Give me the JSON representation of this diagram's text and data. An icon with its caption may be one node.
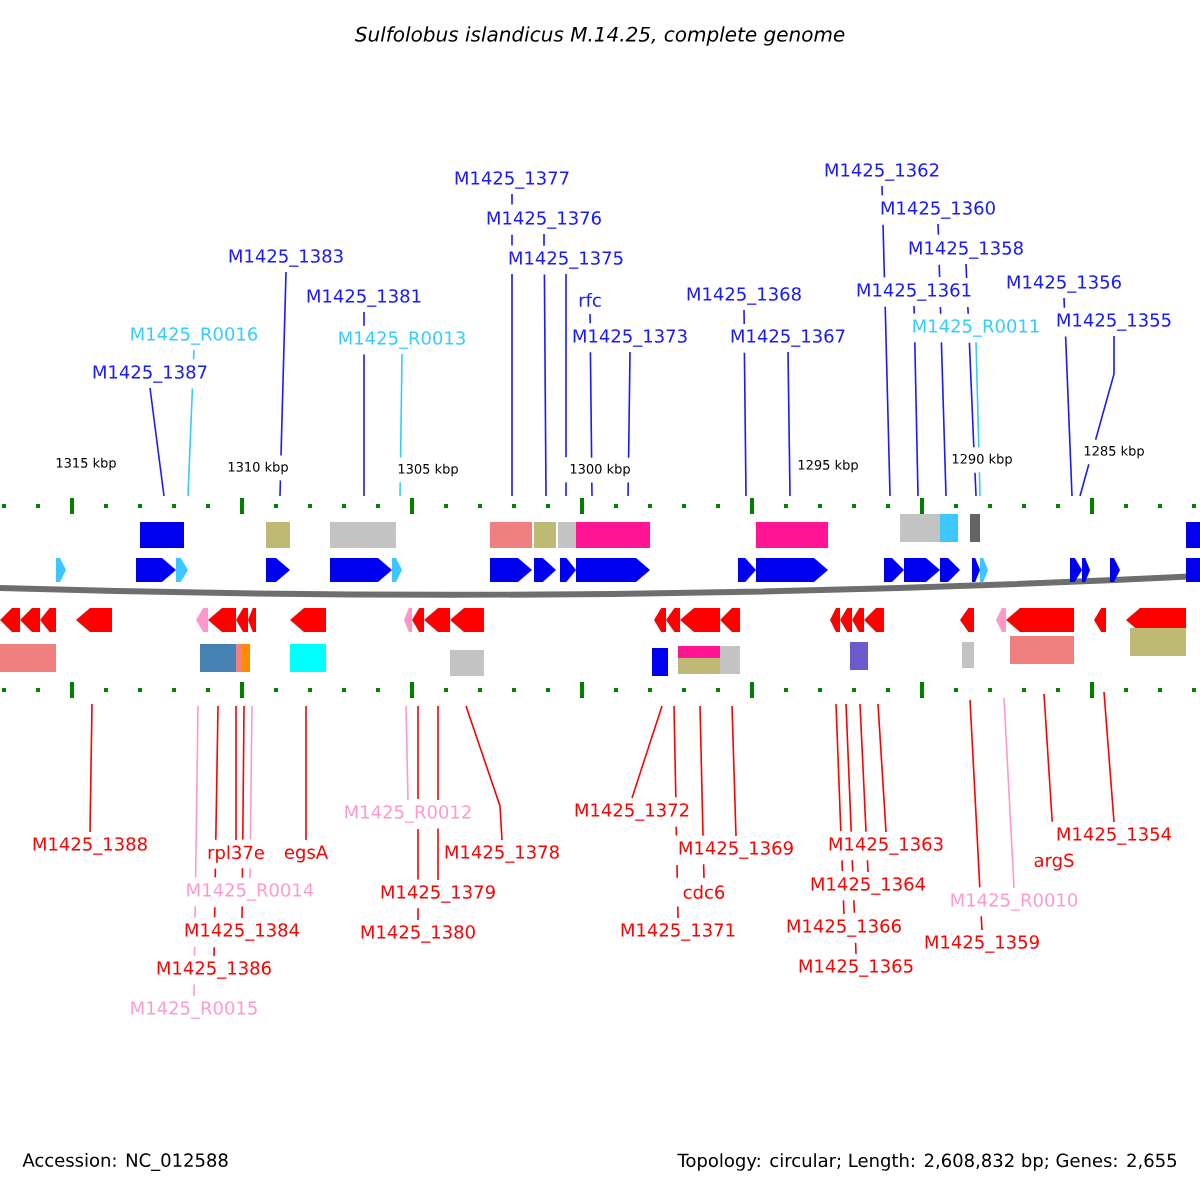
{
  "diagram": {
    "title": "Sulfolobus islandicus M.14.25, complete genome",
    "nodes": [
      {
        "text": [
          "M1425_1387"
        ]
      },
      {
        "text": [
          "M1425_R0016"
        ]
      },
      {
        "text": [
          "M1425_1383"
        ]
      },
      {
        "text": [
          "M1425_1381"
        ]
      },
      {
        "text": [
          "M1425_R0013"
        ]
      },
      {
        "text": [
          "M1425_1377"
        ]
      },
      {
        "text": [
          "M1425_1376"
        ]
      },
      {
        "text": [
          "M1425_1375"
        ]
      },
      {
        "text": [
          "rfc"
        ]
      },
      {
        "text": [
          "M1425_1373"
        ]
      },
      {
        "text": [
          "M1425_1368"
        ]
      },
      {
        "text": [
          "M1425_1367"
        ]
      },
      {
        "text": [
          "M1425_1362"
        ]
      },
      {
        "text": [
          "M1425_1360"
        ]
      },
      {
        "text": [
          "M1425_1358"
        ]
      },
      {
        "text": [
          "M1425_1361"
        ]
      },
      {
        "text": [
          "M1425_R0011"
        ]
      },
      {
        "text": [
          "M1425_1356"
        ]
      },
      {
        "text": [
          "M1425_1355"
        ]
      },
      {
        "text": [
          "M1425_1388"
        ]
      },
      {
        "text": [
          "rpl37e"
        ]
      },
      {
        "text": [
          "egsA"
        ]
      },
      {
        "text": [
          "M1425_R0014"
        ]
      },
      {
        "text": [
          "M1425_1384"
        ]
      },
      {
        "text": [
          "M1425_1386"
        ]
      },
      {
        "text": [
          "M1425_R0015"
        ]
      },
      {
        "text": [
          "M1425_R0012"
        ]
      },
      {
        "text": [
          "M1425_1378"
        ]
      },
      {
        "text": [
          "M1425_1379"
        ]
      },
      {
        "text": [
          "M1425_1380"
        ]
      },
      {
        "text": [
          "M1425_1372"
        ]
      },
      {
        "text": [
          "M1425_1369"
        ]
      },
      {
        "text": [
          "cdc6"
        ]
      },
      {
        "text": [
          "M1425_1371"
        ]
      },
      {
        "text": [
          "M1425_1363"
        ]
      },
      {
        "text": [
          "M1425_1364"
        ]
      },
      {
        "text": [
          "M1425_1366"
        ]
      },
      {
        "text": [
          "M1425_1365"
        ]
      },
      {
        "text": [
          "M1425_1359"
        ]
      },
      {
        "text": [
          "M1425_R0010"
        ]
      },
      {
        "text": [
          "argS"
        ]
      },
      {
        "text": [
          "M1425_1354"
        ]
      }
    ],
    "edges": [
      {
        "from": 0,
        "to": null,
        "arrow": "none",
        "color": "#1a1aff"
      },
      {
        "from": 1,
        "to": null,
        "arrow": "none",
        "color": "#33ccff"
      },
      {
        "from": 2,
        "to": null,
        "arrow": "none",
        "color": "#1a1aff"
      },
      {
        "from": 3,
        "to": null,
        "arrow": "none",
        "color": "#1a1aff"
      },
      {
        "from": 4,
        "to": null,
        "arrow": "none",
        "color": "#33ccff"
      },
      {
        "from": 5,
        "to": null,
        "arrow": "none",
        "color": "#1a1aff"
      },
      {
        "from": 6,
        "to": null,
        "arrow": "none",
        "color": "#1a1aff"
      },
      {
        "from": 7,
        "to": null,
        "arrow": "none",
        "color": "#1a1aff"
      },
      {
        "from": 8,
        "to": null,
        "arrow": "none",
        "color": "#1a1aff"
      },
      {
        "from": 9,
        "to": null,
        "arrow": "none",
        "color": "#1a1aff"
      },
      {
        "from": 10,
        "to": null,
        "arrow": "none",
        "color": "#1a1aff"
      },
      {
        "from": 11,
        "to": null,
        "arrow": "none",
        "color": "#1a1aff"
      },
      {
        "from": 12,
        "to": null,
        "arrow": "none",
        "color": "#1a1aff"
      },
      {
        "from": 13,
        "to": null,
        "arrow": "none",
        "color": "#1a1aff"
      },
      {
        "from": 14,
        "to": null,
        "arrow": "none",
        "color": "#1a1aff"
      },
      {
        "from": 15,
        "to": null,
        "arrow": "none",
        "color": "#1a1aff"
      },
      {
        "from": 16,
        "to": null,
        "arrow": "none",
        "color": "#33ccff"
      },
      {
        "from": 17,
        "to": null,
        "arrow": "none",
        "color": "#1a1aff"
      },
      {
        "from": 18,
        "to": null,
        "arrow": "none",
        "color": "#1a1aff"
      },
      {
        "from": 19,
        "to": null,
        "arrow": "none",
        "color": "#ff0000"
      },
      {
        "from": 20,
        "to": null,
        "arrow": "none",
        "color": "#ff0000"
      },
      {
        "from": 21,
        "to": null,
        "arrow": "none",
        "color": "#ff0000"
      },
      {
        "from": 22,
        "to": null,
        "arrow": "none",
        "color": "#ff99cc"
      },
      {
        "from": 23,
        "to": null,
        "arrow": "none",
        "color": "#ff0000"
      },
      {
        "from": 24,
        "to": null,
        "arrow": "none",
        "color": "#ff0000"
      },
      {
        "from": 25,
        "to": null,
        "arrow": "none",
        "color": "#ff99cc"
      },
      {
        "from": 26,
        "to": null,
        "arrow": "none",
        "color": "#ff99cc"
      },
      {
        "from": 27,
        "to": null,
        "arrow": "none",
        "color": "#ff0000"
      },
      {
        "from": 28,
        "to": null,
        "arrow": "none",
        "color": "#ff0000"
      },
      {
        "from": 29,
        "to": null,
        "arrow": "none",
        "color": "#ff0000"
      },
      {
        "from": 30,
        "to": null,
        "arrow": "none",
        "color": "#ff0000"
      },
      {
        "from": 31,
        "to": null,
        "arrow": "none",
        "color": "#ff0000"
      },
      {
        "from": 32,
        "to": null,
        "arrow": "none",
        "color": "#ff0000"
      },
      {
        "from": 33,
        "to": null,
        "arrow": "none",
        "color": "#ff0000"
      },
      {
        "from": 34,
        "to": null,
        "arrow": "none",
        "color": "#ff0000"
      },
      {
        "from": 35,
        "to": null,
        "arrow": "none",
        "color": "#ff0000"
      },
      {
        "from": 36,
        "to": null,
        "arrow": "none",
        "color": "#ff0000"
      },
      {
        "from": 37,
        "to": null,
        "arrow": "none",
        "color": "#ff0000"
      },
      {
        "from": 38,
        "to": null,
        "arrow": "none",
        "color": "#ff0000"
      },
      {
        "from": 39,
        "to": null,
        "arrow": "none",
        "color": "#ff99cc"
      },
      {
        "from": 40,
        "to": null,
        "arrow": "none",
        "color": "#ff0000"
      },
      {
        "from": 41,
        "to": null,
        "arrow": "none",
        "color": "#ff0000"
      }
    ],
    "labels": [
      "1315 kbp",
      "1310 kbp",
      "1305 kbp",
      "1300 kbp",
      "1295 kbp",
      "1290 kbp",
      "1285 kbp",
      "Accession: NC_012588",
      "Topology: circular; Length: 2,608,832 bp; Genes: 2,655"
    ]
  }
}
